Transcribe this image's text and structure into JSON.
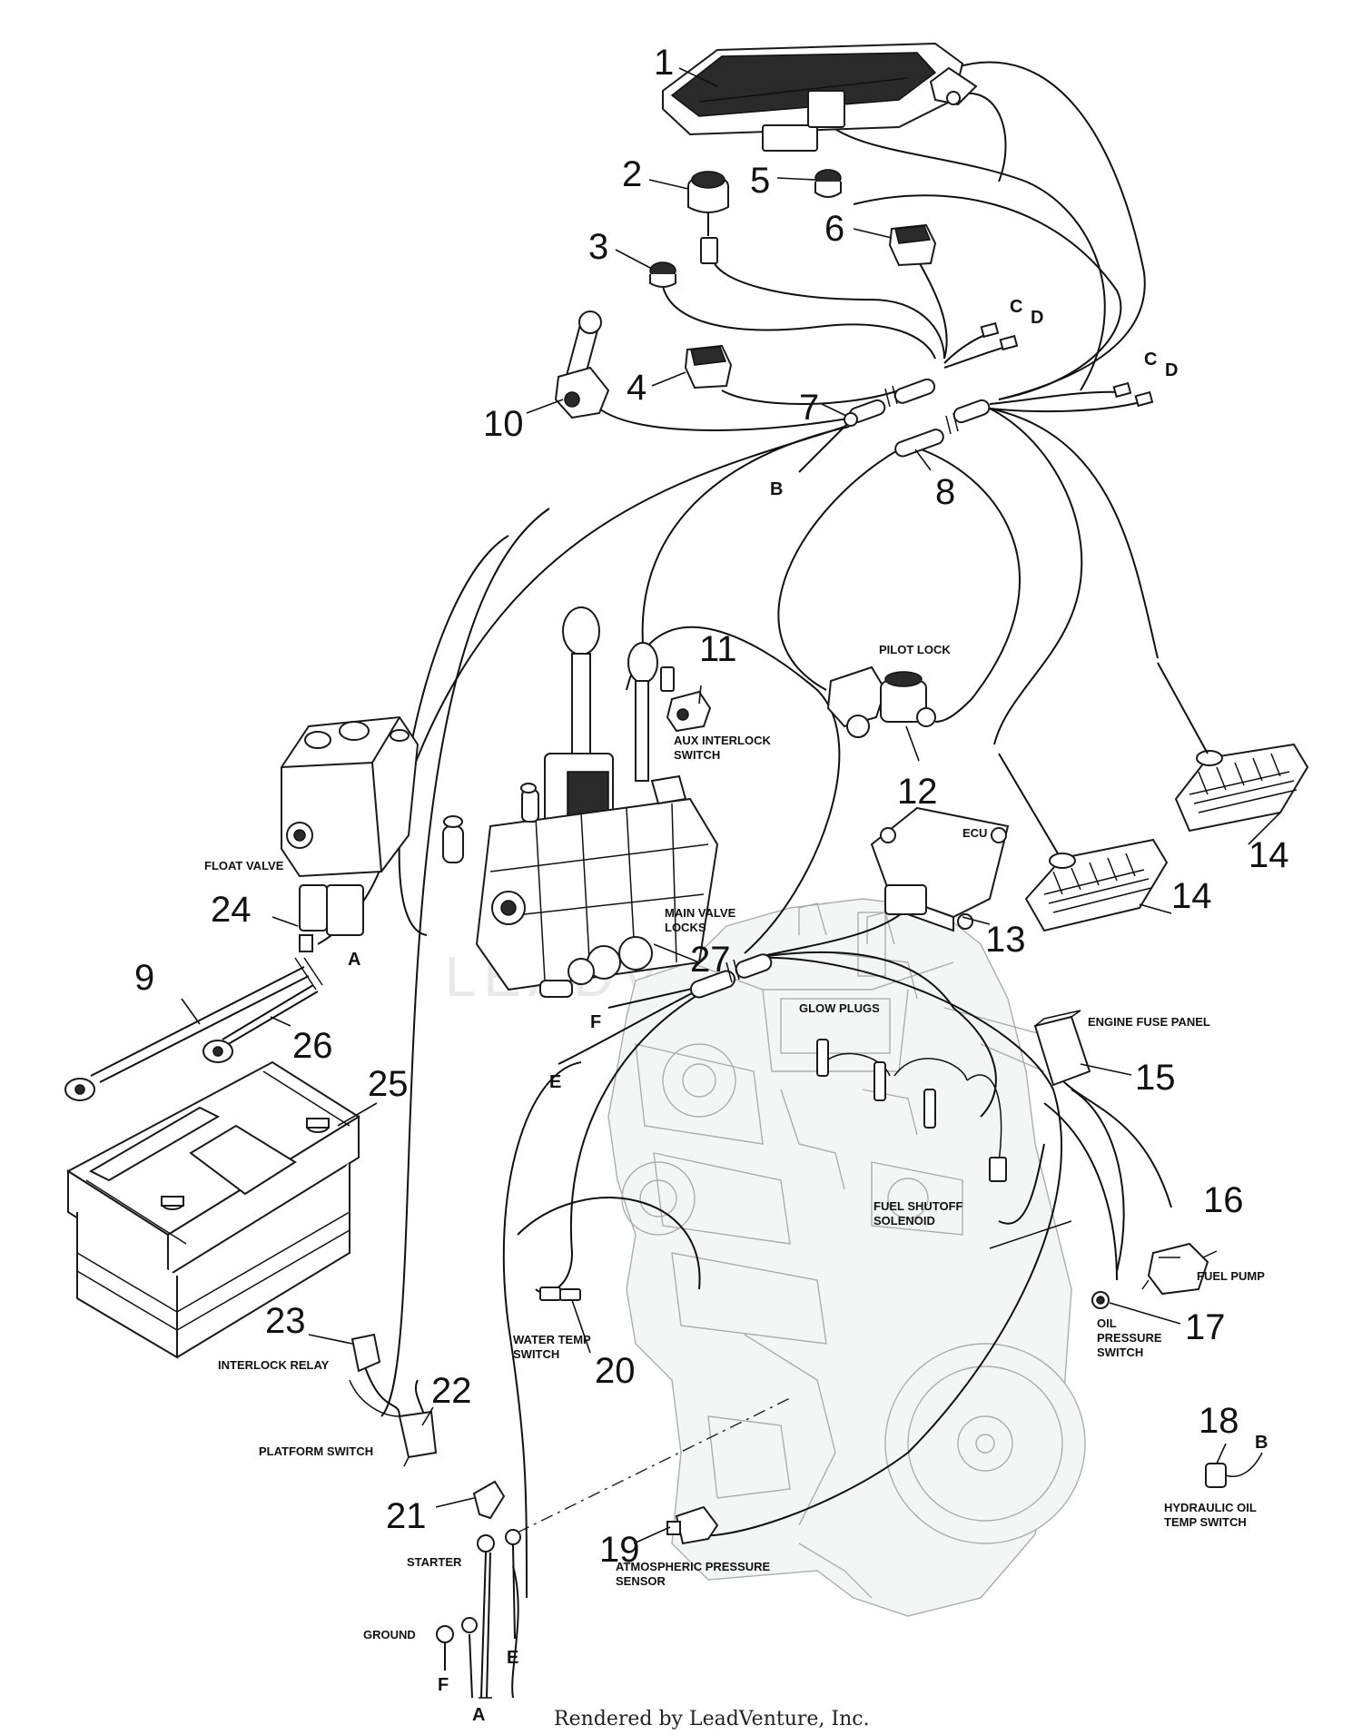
{
  "callouts": [
    "1",
    "2",
    "3",
    "4",
    "5",
    "6",
    "7",
    "8",
    "9",
    "10",
    "11",
    "12",
    "13",
    "14",
    "14",
    "15",
    "16",
    "17",
    "18",
    "19",
    "20",
    "21",
    "22",
    "23",
    "24",
    "25",
    "26",
    "27"
  ],
  "labels": {
    "pilot_lock": "PILOT LOCK",
    "aux_interlock_1": "AUX INTERLOCK",
    "aux_interlock_2": "SWITCH",
    "ecu": "ECU",
    "float_valve": "FLOAT VALVE",
    "main_valve_1": "MAIN VALVE",
    "main_valve_2": "LOCKS",
    "glow_plugs": "GLOW PLUGS",
    "engine_fuse_panel": "ENGINE FUSE PANEL",
    "fuel_shutoff_1": "FUEL SHUTOFF",
    "fuel_shutoff_2": "SOLENOID",
    "fuel_pump": "FUEL PUMP",
    "oil_pressure_1": "OIL",
    "oil_pressure_2": "PRESSURE",
    "oil_pressure_3": "SWITCH",
    "water_temp_1": "WATER TEMP",
    "water_temp_2": "SWITCH",
    "interlock_relay": "INTERLOCK RELAY",
    "platform_switch": "PLATFORM SWITCH",
    "starter": "STARTER",
    "ground": "GROUND",
    "atm_sensor_1": "ATMOSPHERIC PRESSURE",
    "atm_sensor_2": "SENSOR",
    "hyd_oil_1": "HYDRAULIC OIL",
    "hyd_oil_2": "TEMP SWITCH"
  },
  "connector_letters": [
    "C",
    "D",
    "C",
    "D",
    "B",
    "A",
    "F",
    "E",
    "B",
    "F",
    "A",
    "E"
  ],
  "watermark": "LEADVENTURE",
  "footer": "Rendered by LeadVenture, Inc."
}
